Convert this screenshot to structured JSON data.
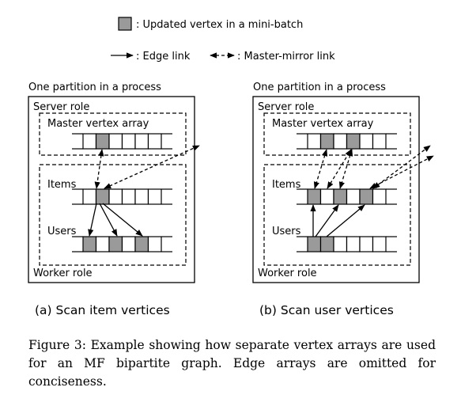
{
  "legend": {
    "updated_vertex": ": Updated vertex in a mini-batch",
    "edge_link": ": Edge link",
    "master_mirror_link": ": Master-mirror link"
  },
  "panels": [
    {
      "partition_title": "One partition in a process",
      "server_role": "Server role",
      "master_array": "Master vertex array",
      "items": "Items",
      "users": "Users",
      "worker_role": "Worker role",
      "subcaption": "(a) Scan item vertices",
      "master_cells": [
        false,
        true,
        false,
        false,
        false,
        false
      ],
      "item_cells": [
        false,
        true,
        false,
        false,
        false,
        false
      ],
      "user_cells": [
        true,
        false,
        true,
        false,
        true,
        false
      ]
    },
    {
      "partition_title": "One partition in a process",
      "server_role": "Server role",
      "master_array": "Master vertex array",
      "items": "Items",
      "users": "Users",
      "worker_role": "Worker role",
      "subcaption": "(b) Scan user vertices",
      "master_cells": [
        false,
        true,
        false,
        true,
        false,
        false
      ],
      "item_cells": [
        true,
        false,
        true,
        false,
        true,
        false
      ],
      "user_cells": [
        true,
        true,
        false,
        false,
        false,
        false
      ]
    }
  ],
  "caption": "Figure 3: Example showing how separate vertex arrays are used for an MF bipartite graph. Edge arrays are omitted for conciseness."
}
